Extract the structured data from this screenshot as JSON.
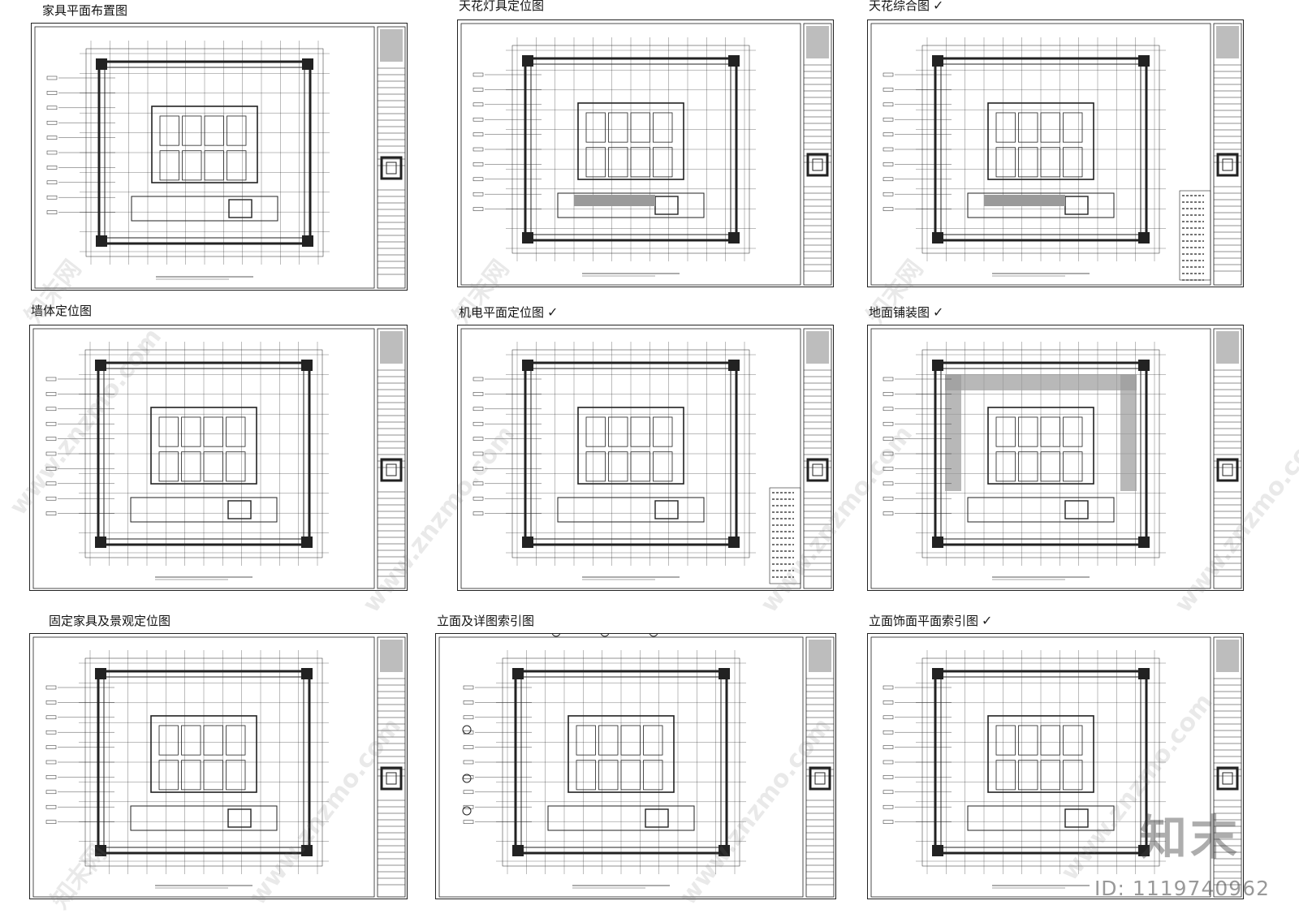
{
  "panels": [
    {
      "label": "家具平面布置图",
      "checked": false
    },
    {
      "label": "天花灯具定位图",
      "checked": false
    },
    {
      "label": "天花综合图",
      "checked": true
    },
    {
      "label": "墙体定位图",
      "checked": false
    },
    {
      "label": "机电平面定位图",
      "checked": true
    },
    {
      "label": "地面铺装图",
      "checked": true
    },
    {
      "label": "固定家具及景观定位图",
      "checked": false
    },
    {
      "label": "立面及详图索引图",
      "checked": false
    },
    {
      "label": "立面饰面平面索引图",
      "checked": true
    }
  ],
  "check_mark": "✓",
  "watermarks": {
    "site": "www.znzmo.com",
    "brand_cn": "知末网"
  },
  "brand": {
    "name": "知末",
    "id": "ID: 1119740962"
  },
  "colors": {
    "line": "#222222",
    "background": "#ffffff",
    "tone": "#9a9a9a"
  }
}
